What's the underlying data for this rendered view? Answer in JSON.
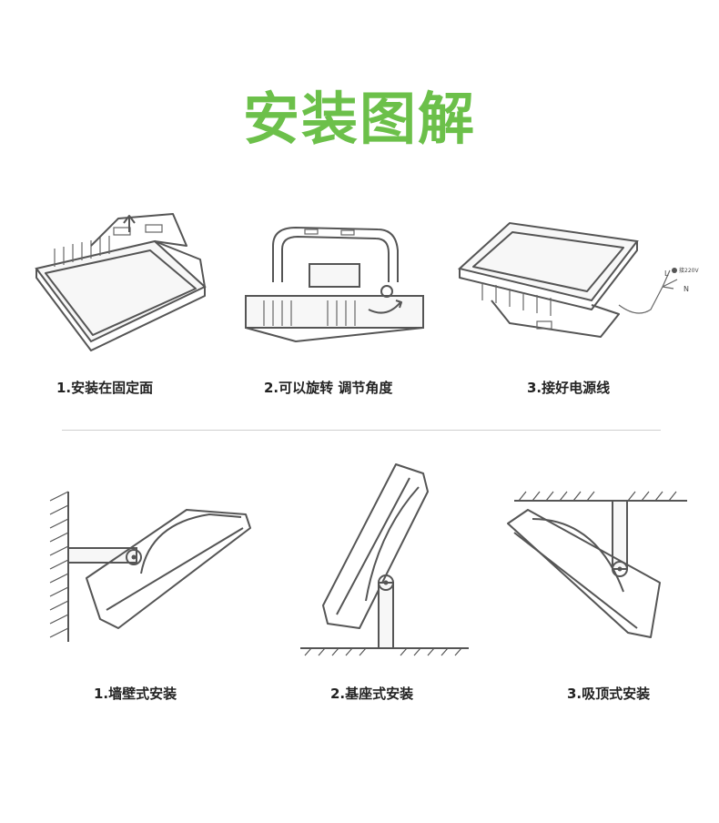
{
  "title": "安装图解",
  "accent_color": "#6cc04a",
  "top_steps": [
    {
      "label": "1.安装在固定面"
    },
    {
      "label": "2.可以旋转 调节角度"
    },
    {
      "label": "3.接好电源线"
    }
  ],
  "wire_labels": {
    "ground": "接220V",
    "live": "L",
    "neutral": "N"
  },
  "bottom_modes": [
    {
      "label": "1.墙壁式安装"
    },
    {
      "label": "2.基座式安装"
    },
    {
      "label": "3.吸顶式安装"
    }
  ]
}
